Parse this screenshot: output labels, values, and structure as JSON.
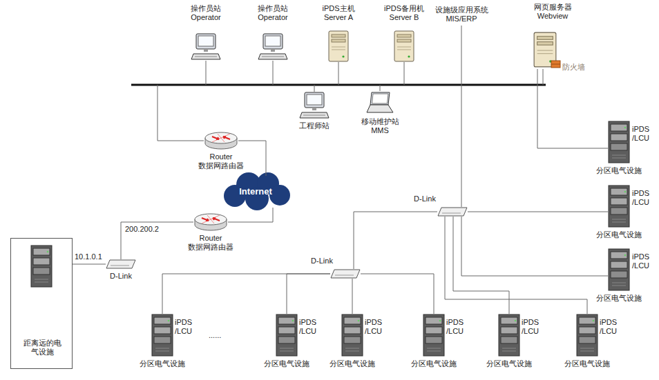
{
  "diagram": {
    "nodes": [
      {
        "text": [
          "操作员站 Operator"
        ]
      },
      {
        "text": [
          "操作员站 Operator"
        ]
      },
      {
        "text": [
          "iPDS主机 Server A"
        ]
      },
      {
        "text": [
          "iPDS备用机 Server B"
        ]
      },
      {
        "text": [
          "设施级应用系统 MIS/ERP"
        ]
      },
      {
        "text": [
          "网页服务器 Webview"
        ]
      },
      {
        "text": [
          "工程师站"
        ]
      },
      {
        "text": [
          "移动维护站 MMS"
        ]
      },
      {
        "text": [
          "Router 数据网路由器"
        ]
      },
      {
        "text": [
          "Internet"
        ]
      },
      {
        "text": [
          "Router 数据网路由器"
        ]
      },
      {
        "text": [
          "D-Link"
        ]
      },
      {
        "text": [
          "距离远的电气设施"
        ]
      },
      {
        "text": [
          "D-Link"
        ]
      },
      {
        "text": [
          "D-Link"
        ]
      },
      {
        "text": [
          "iPDS /LCU",
          "分区电气设施"
        ]
      },
      {
        "text": [
          "iPDS /LCU",
          "分区电气设施"
        ]
      },
      {
        "text": [
          "iPDS /LCU",
          "分区电气设施"
        ]
      },
      {
        "text": [
          "iPDS /LCU",
          "分区电气设施"
        ]
      },
      {
        "text": [
          "iPDS /LCU",
          "分区电气设施"
        ]
      },
      {
        "text": [
          "iPDS /LCU",
          "分区电气设施"
        ]
      },
      {
        "text": [
          "iPDS /LCU",
          "分区电气设施"
        ]
      },
      {
        "text": [
          "iPDS /LCU",
          "分区电气设施"
        ]
      },
      {
        "text": [
          "iPDS /LCU",
          "分区电气设施"
        ]
      }
    ],
    "edges": [
      {
        "from": 4,
        "to": 14,
        "arrow": "none"
      },
      {
        "from": 5,
        "to": 21,
        "arrow": "none"
      },
      {
        "from": 8,
        "to": 9,
        "arrow": "none"
      },
      {
        "from": 9,
        "to": 10,
        "arrow": "none"
      },
      {
        "from": 10,
        "to": 11,
        "arrow": "none"
      },
      {
        "from": 11,
        "to": 12,
        "arrow": "none"
      },
      {
        "from": 14,
        "to": 13,
        "arrow": "none"
      },
      {
        "from": 13,
        "to": 15,
        "arrow": "none"
      },
      {
        "from": 13,
        "to": 16,
        "arrow": "none"
      },
      {
        "from": 13,
        "to": 17,
        "arrow": "none"
      },
      {
        "from": 13,
        "to": 18,
        "arrow": "none"
      },
      {
        "from": 14,
        "to": 22,
        "arrow": "none"
      },
      {
        "from": 14,
        "to": 23,
        "arrow": "none"
      },
      {
        "from": 14,
        "to": 19,
        "arrow": "none"
      },
      {
        "from": 14,
        "to": 20,
        "arrow": "none"
      }
    ],
    "labels": [
      "防火墙",
      "200.200.2",
      "10.1.0.1",
      "......"
    ]
  }
}
